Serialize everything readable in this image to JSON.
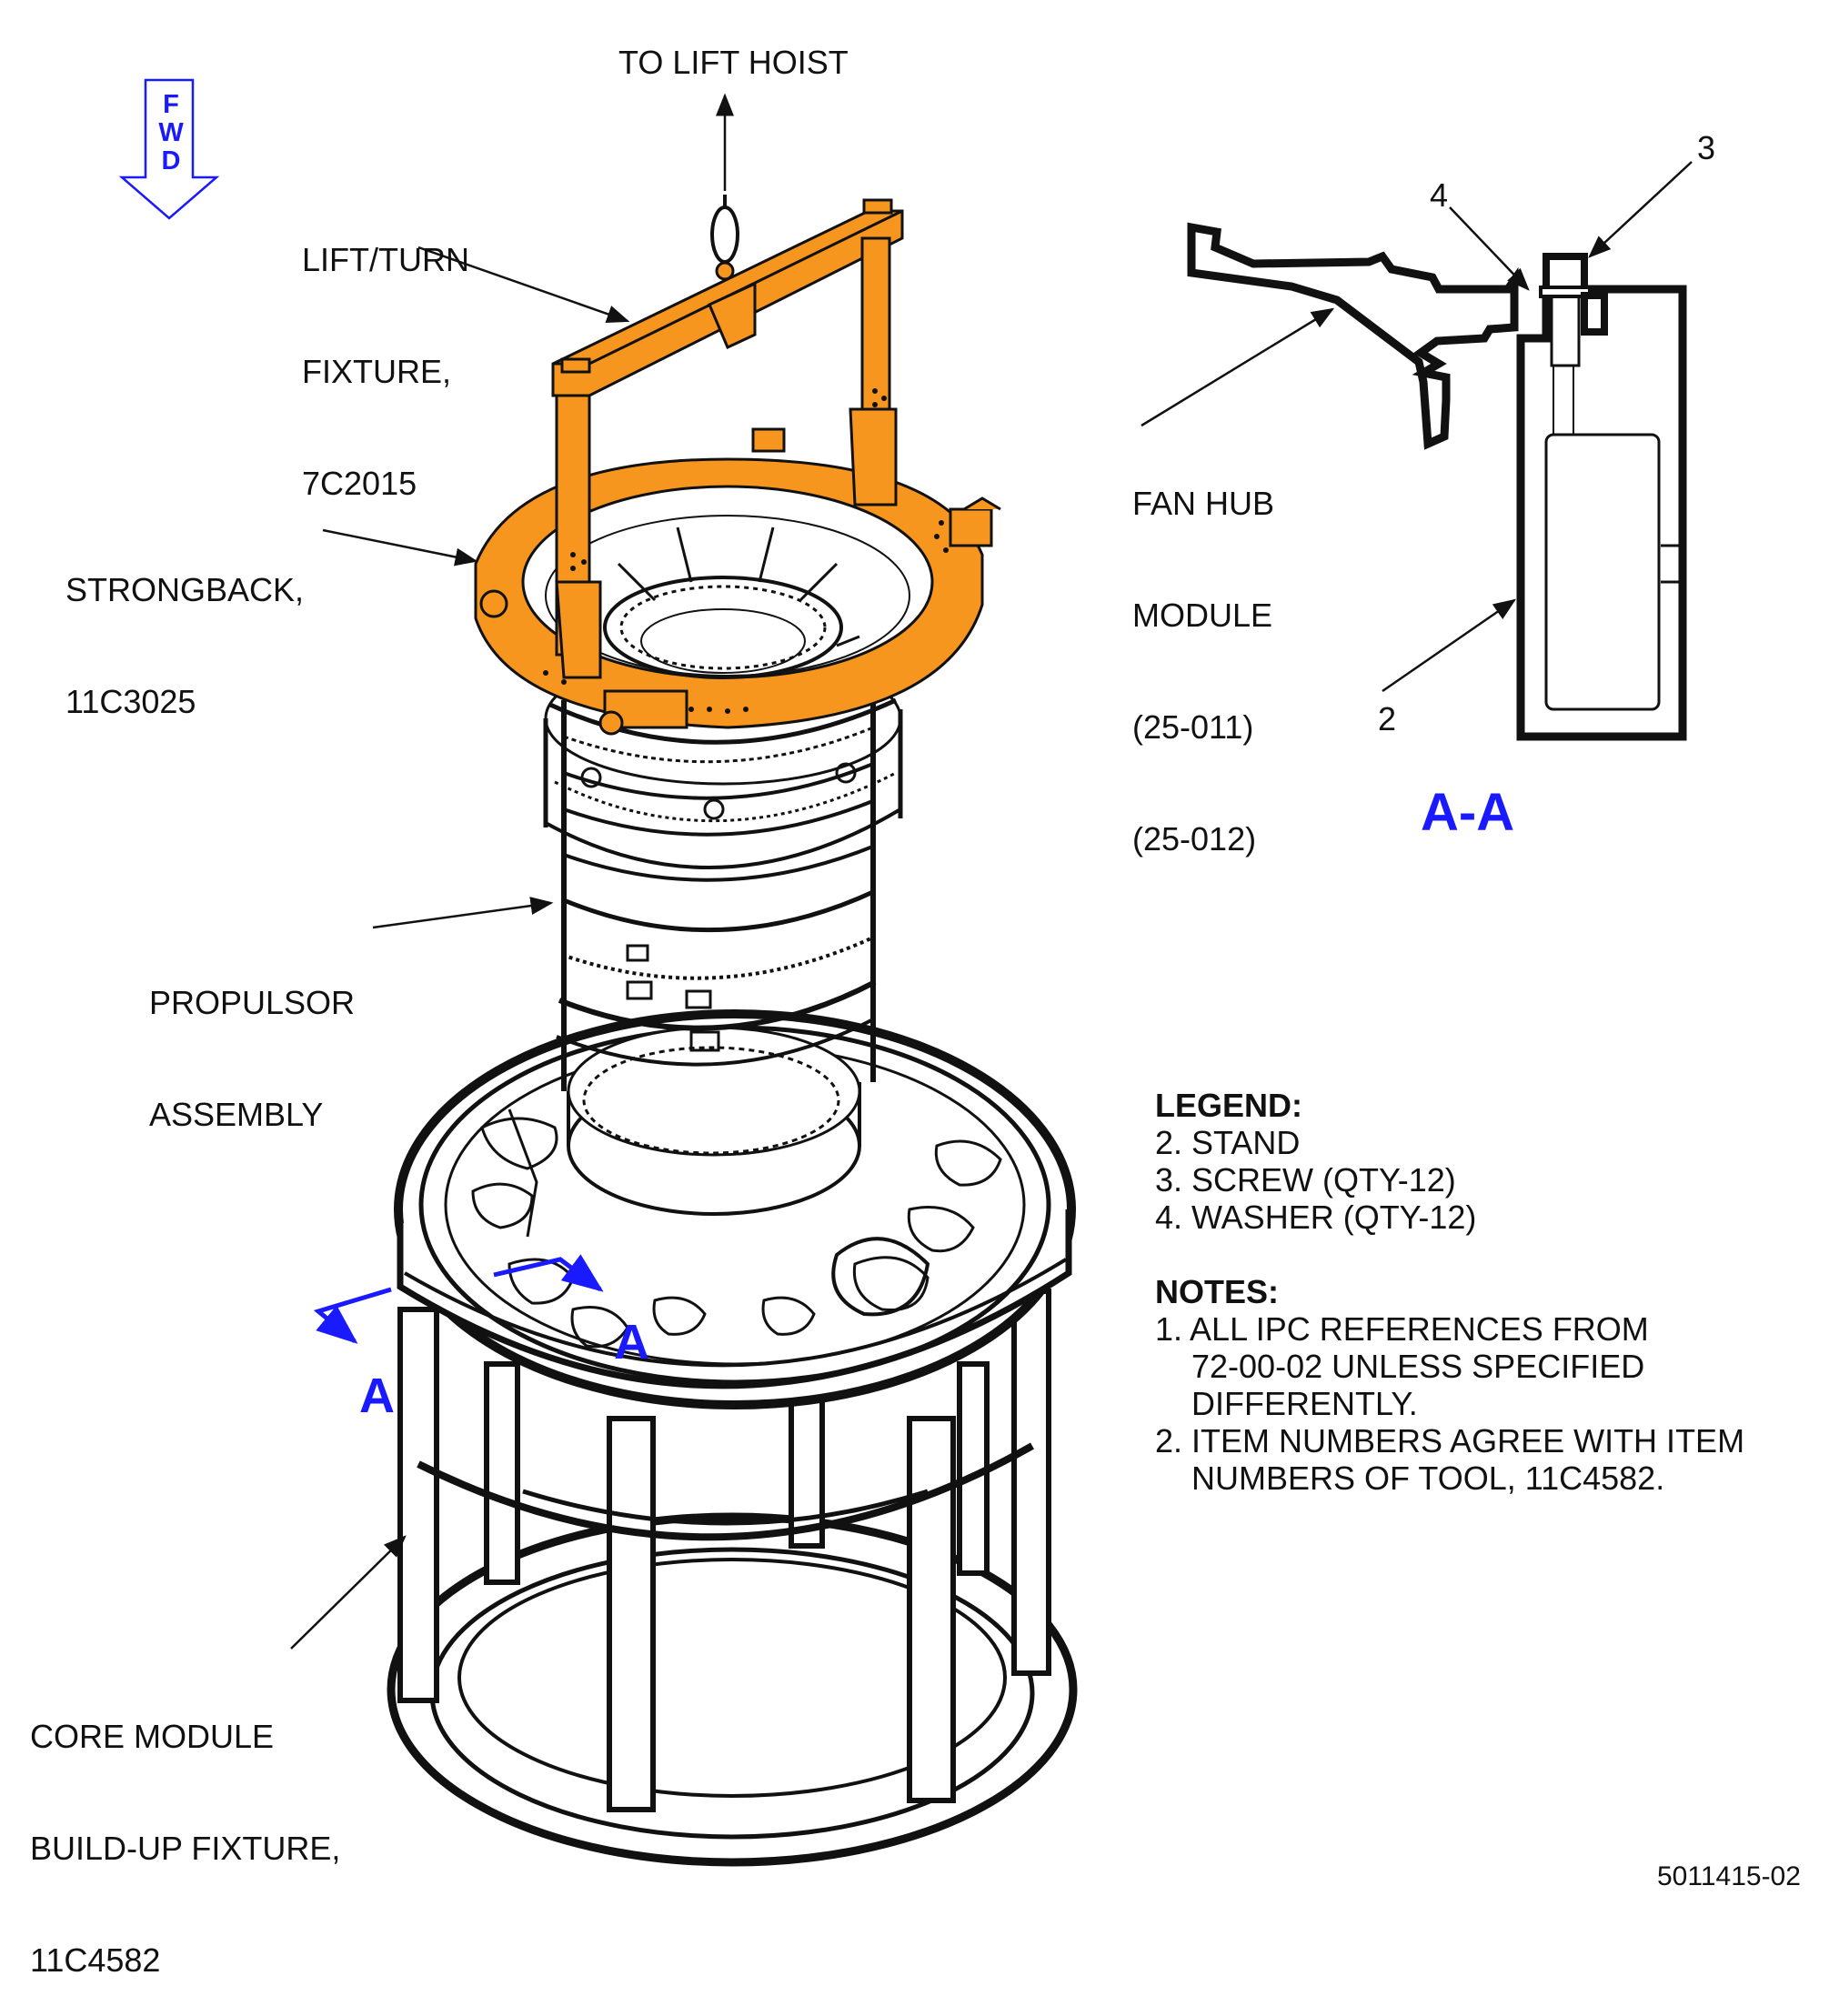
{
  "direction_indicator": {
    "letters": [
      "F",
      "W",
      "D"
    ],
    "color": "#1a1aff"
  },
  "labels": {
    "to_lift_hoist": "TO LIFT HOIST",
    "lift_turn_fixture": [
      "LIFT/TURN",
      "FIXTURE,",
      "7C2015"
    ],
    "strongback": [
      "STRONGBACK,",
      "11C3025"
    ],
    "propulsor_assembly": [
      "PROPULSOR",
      "ASSEMBLY"
    ],
    "core_module_fixture": [
      "CORE MODULE",
      "BUILD-UP FIXTURE,",
      "11C4582"
    ],
    "fan_hub_module": [
      "FAN HUB",
      "MODULE",
      "(25-011)",
      "(25-012)"
    ]
  },
  "section_view": {
    "title": "A-A",
    "item_callouts": [
      "2",
      "3",
      "4"
    ]
  },
  "section_markers": [
    "A",
    "A"
  ],
  "legend": {
    "heading": "LEGEND:",
    "items": [
      "2. STAND",
      "3. SCREW (QTY-12)",
      "4. WASHER (QTY-12)"
    ]
  },
  "notes": {
    "heading": "NOTES:",
    "items": [
      [
        "1. ALL IPC REFERENCES FROM",
        "    72-00-02 UNLESS SPECIFIED",
        "    DIFFERENTLY."
      ],
      [
        "2. ITEM NUMBERS AGREE WITH ITEM",
        "    NUMBERS OF TOOL, 11C4582."
      ]
    ]
  },
  "figure_id": "5011415-02",
  "colors": {
    "fixture": "#f7961e",
    "callout_blue": "#1a1aff",
    "line": "#111111"
  }
}
